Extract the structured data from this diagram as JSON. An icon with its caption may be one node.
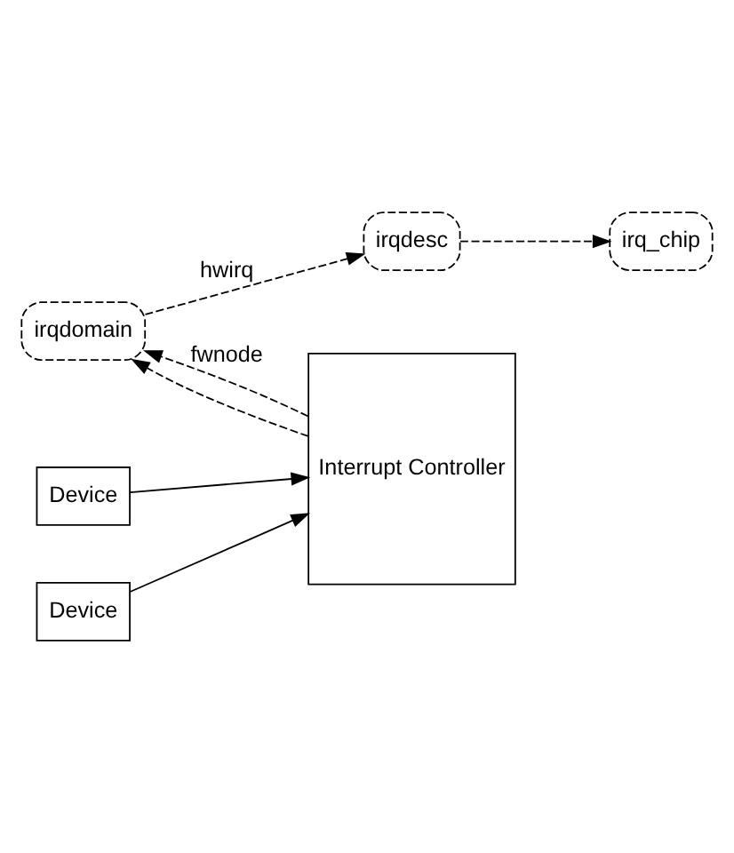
{
  "diagram": {
    "nodes": [
      {
        "text": [
          "irqdomain"
        ]
      },
      {
        "text": [
          "irqdesc"
        ]
      },
      {
        "text": [
          "Device"
        ]
      },
      {
        "text": [
          "Device"
        ]
      },
      {
        "text": [
          "Interrupt Controller"
        ]
      },
      {
        "text": [
          "irq_chip"
        ]
      }
    ],
    "edges": [
      {
        "from": 4,
        "to": 0,
        "arrow": "to",
        "label": "fwnode",
        "style": "dashed"
      },
      {
        "from": 0,
        "to": 1,
        "arrow": "to",
        "label": "hwirq",
        "style": "dashed"
      },
      {
        "from": 4,
        "to": 0,
        "arrow": "to",
        "style": "dashed"
      },
      {
        "from": 1,
        "to": 5,
        "arrow": "to",
        "style": "dashed"
      },
      {
        "from": 2,
        "to": 4,
        "arrow": "to"
      },
      {
        "from": 3,
        "to": 4,
        "arrow": "to"
      }
    ]
  }
}
